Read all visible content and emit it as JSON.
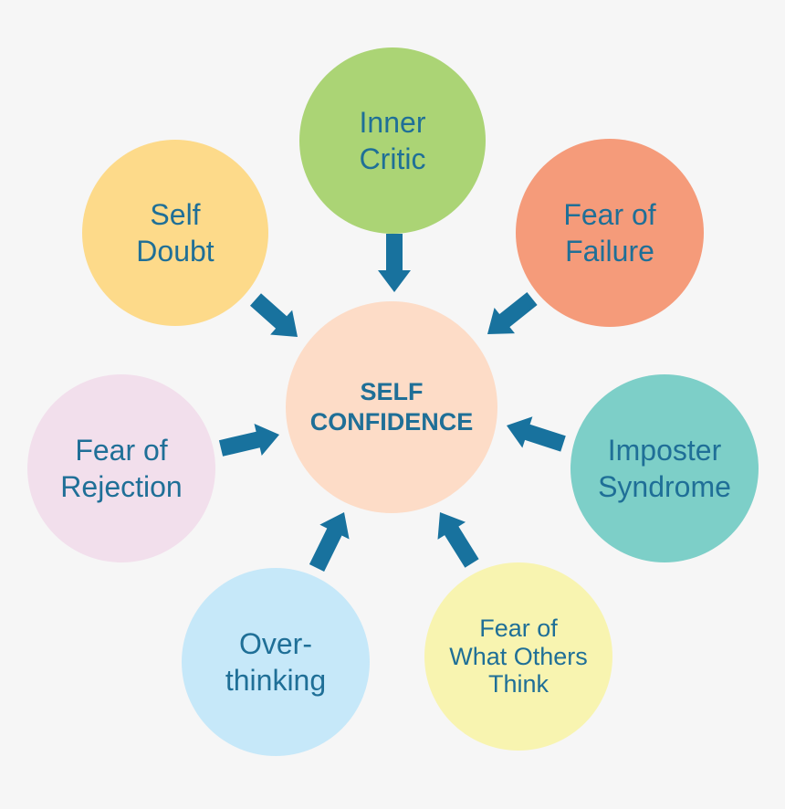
{
  "center": {
    "label": "SELF\nCONFIDENCE",
    "color": "#fddcc7"
  },
  "factors": [
    {
      "key": "inner_critic",
      "label": "Inner\nCritic",
      "color": "#abd475"
    },
    {
      "key": "fear_of_failure",
      "label": "Fear of\nFailure",
      "color": "#f59b7a"
    },
    {
      "key": "imposter_syndrome",
      "label": "Imposter\nSyndrome",
      "color": "#7dcfc8"
    },
    {
      "key": "fear_of_what_others_think",
      "label": "Fear of\nWhat Others\nThink",
      "color": "#f8f4b0"
    },
    {
      "key": "overthinking",
      "label": "Over-\nthinking",
      "color": "#c6e8f9"
    },
    {
      "key": "fear_of_rejection",
      "label": "Fear of\nRejection",
      "color": "#f2dfec"
    },
    {
      "key": "self_doubt",
      "label": "Self\nDoubt",
      "color": "#fdda8a"
    }
  ],
  "colors": {
    "text": "#1f6f97",
    "arrow": "#18729e",
    "background": "#f6f6f6"
  }
}
